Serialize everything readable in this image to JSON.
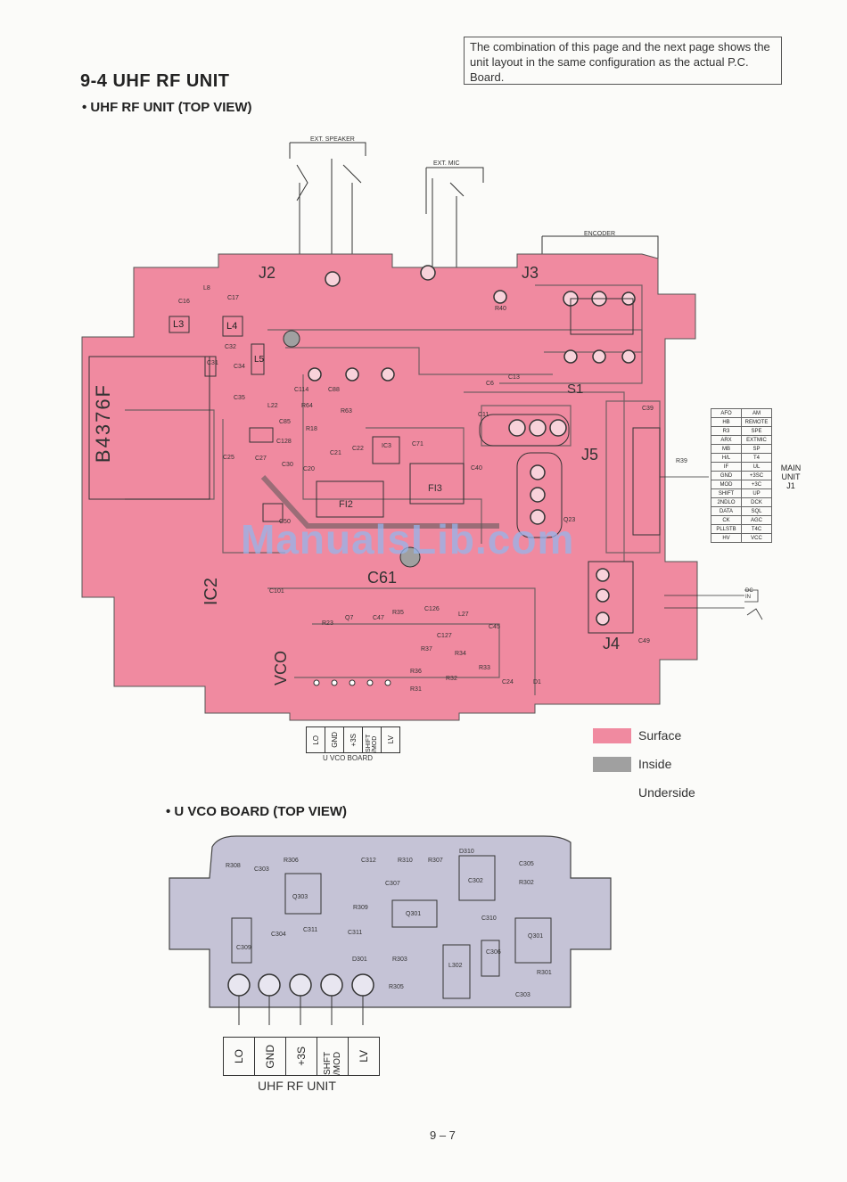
{
  "section_title": "9-4  UHF RF UNIT",
  "top_view_label": "• UHF RF UNIT (TOP VIEW)",
  "note": "The combination of this page and the next page shows the unit layout in the same configuration as the actual P.C. Board.",
  "connectors": {
    "ext_speaker": "EXT. SPEAKER",
    "ext_mic": "EXT. MIC",
    "encoder": "ENCODER",
    "dc_in": "DC IN"
  },
  "main_unit_label": "MAIN UNIT J1",
  "j1_signals_left": [
    "AFO",
    "HB",
    "R3",
    "ARX",
    "MB",
    "H/L",
    "IF",
    "GND",
    "MOD",
    "SHIFT",
    "2NDLO",
    "DATA",
    "CK",
    "PLLSTB",
    "HV"
  ],
  "j1_signals_right": [
    "AM",
    "REMOTE",
    "SPE",
    "EXTMIC",
    "SP",
    "T4",
    "UL",
    "+3SC",
    "+3C",
    "UP",
    "DCK",
    "SQL",
    "AGC",
    "T4C",
    "VCC"
  ],
  "board_labels": [
    "J2",
    "J3",
    "J4",
    "J5",
    "C61",
    "IC2",
    "VCO",
    "FI2",
    "FI3",
    "B4376F",
    "L3",
    "L4",
    "L5",
    "S1"
  ],
  "small_components": [
    "C16",
    "C17",
    "L8",
    "C32",
    "C34",
    "C31",
    "C35",
    "C114",
    "C88",
    "L22",
    "R64",
    "R63",
    "C85",
    "R18",
    "C128",
    "C25",
    "C27",
    "C30",
    "C20",
    "C50",
    "C21",
    "C22",
    "C71",
    "IC3",
    "C6",
    "C101",
    "C45",
    "C49",
    "C39",
    "C40",
    "C24",
    "C13",
    "C11",
    "R23",
    "R33",
    "R34",
    "R35",
    "R31",
    "R32",
    "R36",
    "R37",
    "R40",
    "R39",
    "C47",
    "C126",
    "C127",
    "L27",
    "D1",
    "Q7",
    "Q23"
  ],
  "rf_pins": [
    "LO",
    "GND",
    "+3S",
    "SHIFT /MOD",
    "LV"
  ],
  "rf_pins_caption": "U VCO BOARD",
  "legend": [
    {
      "label": "Surface",
      "color": "#f08aa0"
    },
    {
      "label": "Inside",
      "color": "#a0a0a0"
    },
    {
      "label": "Underside",
      "color": ""
    }
  ],
  "vco_title": "• U VCO BOARD (TOP VIEW)",
  "vco_components": [
    "R308",
    "C303",
    "Q303",
    "C309",
    "R306",
    "C312",
    "R310",
    "R307",
    "D310",
    "C302",
    "C305",
    "R302",
    "C307",
    "Q301",
    "R309",
    "C311",
    "C306",
    "C310",
    "C311",
    "D301",
    "R303",
    "L302",
    "C304",
    "Q301",
    "R305",
    "C303",
    "R301"
  ],
  "vco_pins": [
    "LO",
    "GND",
    "+3S",
    "SHFT /MOD",
    "LV"
  ],
  "vco_pins_caption": "UHF RF UNIT",
  "page_number": "9 – 7",
  "watermark": "ManualsLib.com",
  "colors": {
    "surface": "#f08aa0",
    "inside": "#a0a0a0",
    "vco_board": "#c5c3d6"
  }
}
